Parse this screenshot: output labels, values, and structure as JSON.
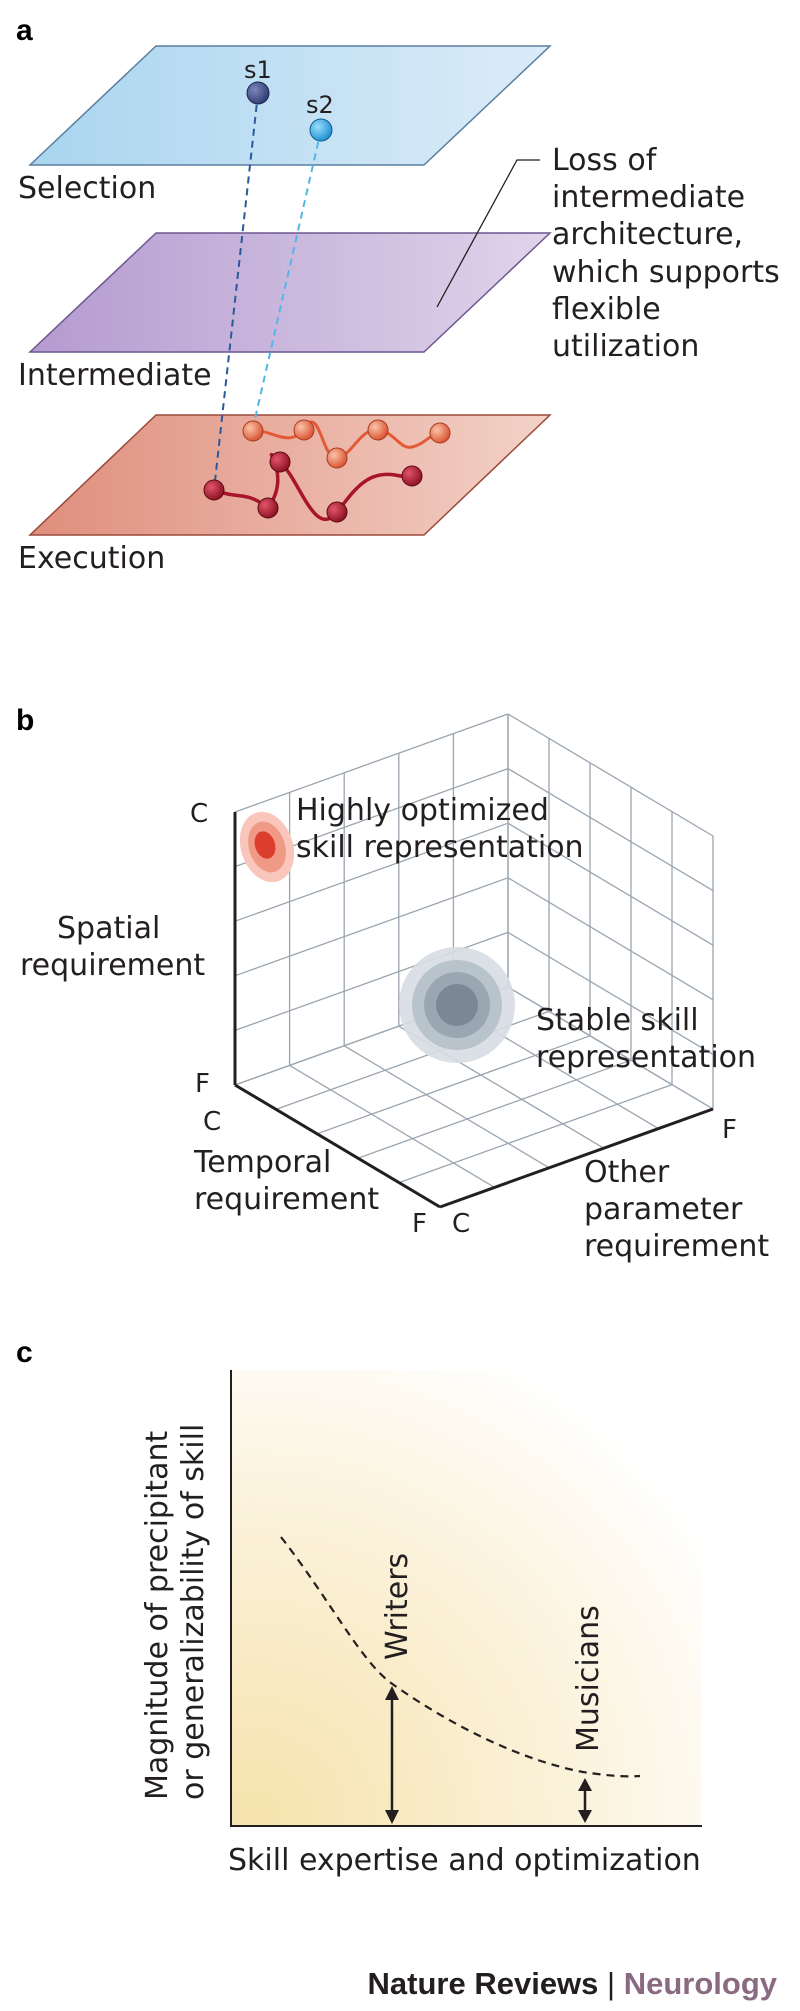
{
  "panel_a": {
    "letter": "a",
    "planes": {
      "selection": "Selection",
      "intermediate": "Intermediate",
      "execution": "Execution"
    },
    "nodes": {
      "s1": "s1",
      "s2": "s2"
    },
    "annotation_lines": [
      "Loss of",
      "intermediate",
      "architecture,",
      "which supports",
      "flexible",
      "utilization"
    ],
    "colors": {
      "selection_plane": "#cde6f5",
      "intermediate_plane": "#c8b3d9",
      "execution_plane": "#e9aa98",
      "trajectory_dark": "#a8152a",
      "trajectory_light": "#e8573a"
    }
  },
  "panel_b": {
    "letter": "b",
    "axes": {
      "spatial": [
        "Spatial",
        "requirement"
      ],
      "temporal": [
        "Temporal",
        "requirement"
      ],
      "other": [
        "Other",
        "parameter",
        "requirement"
      ],
      "spatial_top": "C",
      "spatial_bottom": "F",
      "temporal_near": "C",
      "temporal_far": "F",
      "other_near": "C",
      "other_far": "F"
    },
    "labels": {
      "optimized": [
        "Highly optimized",
        "skill representation"
      ],
      "stable": [
        "Stable skill",
        "representation"
      ]
    },
    "colors": {
      "optimized": "#e04a3a",
      "stable": "#6b7a8a",
      "grid": "#9aa5b0"
    }
  },
  "panel_c": {
    "letter": "c",
    "y_label": [
      "Magnitude of precipitant",
      "or generalizability of skill"
    ],
    "x_label": "Skill expertise and optimization",
    "markers": {
      "writers": "Writers",
      "musicians": "Musicians"
    },
    "colors": {
      "gradient": "#f6e6b8"
    }
  },
  "footer": {
    "journal": "Nature Reviews",
    "separator": " | ",
    "section": "Neurology",
    "section_color": "#8a6a80"
  }
}
